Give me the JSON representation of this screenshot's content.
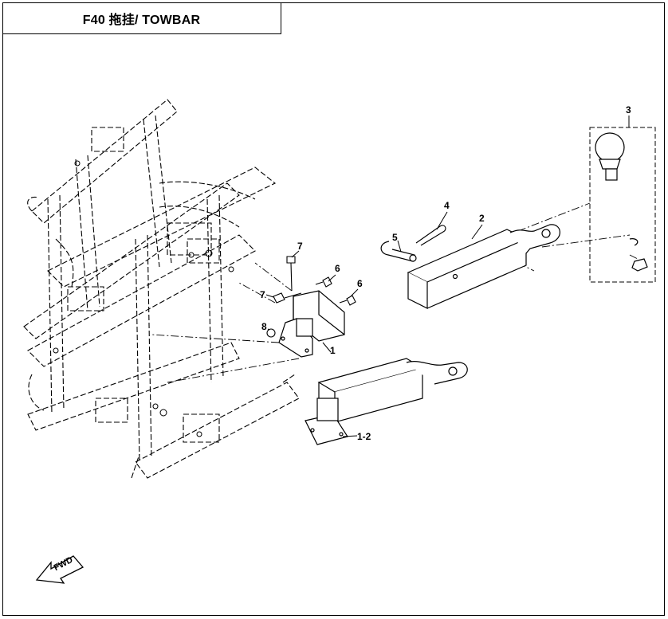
{
  "title": "F40 拖挂/ TOWBAR",
  "callouts": {
    "c1": "1",
    "c1_2": "1-2",
    "c2": "2",
    "c3": "3",
    "c4": "4",
    "c5": "5",
    "c6a": "6",
    "c6b": "6",
    "c7a": "7",
    "c7b": "7",
    "c8": "8"
  },
  "fwd_label": "FWD"
}
